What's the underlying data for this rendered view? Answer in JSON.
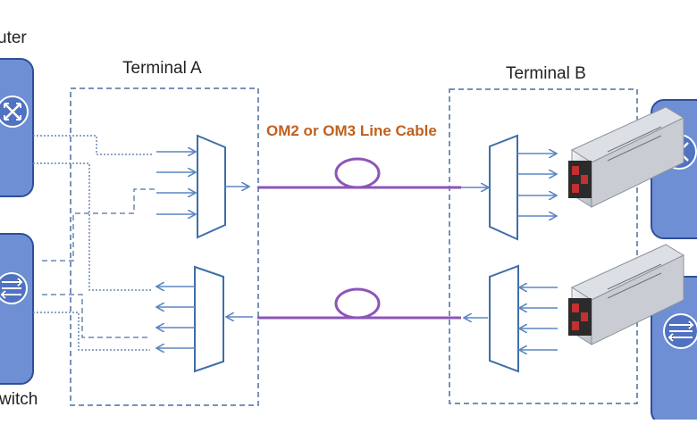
{
  "labels": {
    "router": "uter",
    "switch": "witch",
    "terminal_a": "Terminal A",
    "terminal_b": "Terminal B",
    "cable": "OM2 or OM3 Line Cable"
  },
  "colors": {
    "device_fill": "#6f8fd4",
    "device_stroke": "#2e4f99",
    "terminal_border": "#4a6fa0",
    "arrow": "#5b86c4",
    "mux_stroke": "#3e6ea8",
    "fiber": "#8d55b8",
    "cable_text": "#c0601e"
  },
  "icons": {
    "router": "router-icon",
    "switch": "switch-icon",
    "transceiver": "sfp-transceiver-icon"
  }
}
